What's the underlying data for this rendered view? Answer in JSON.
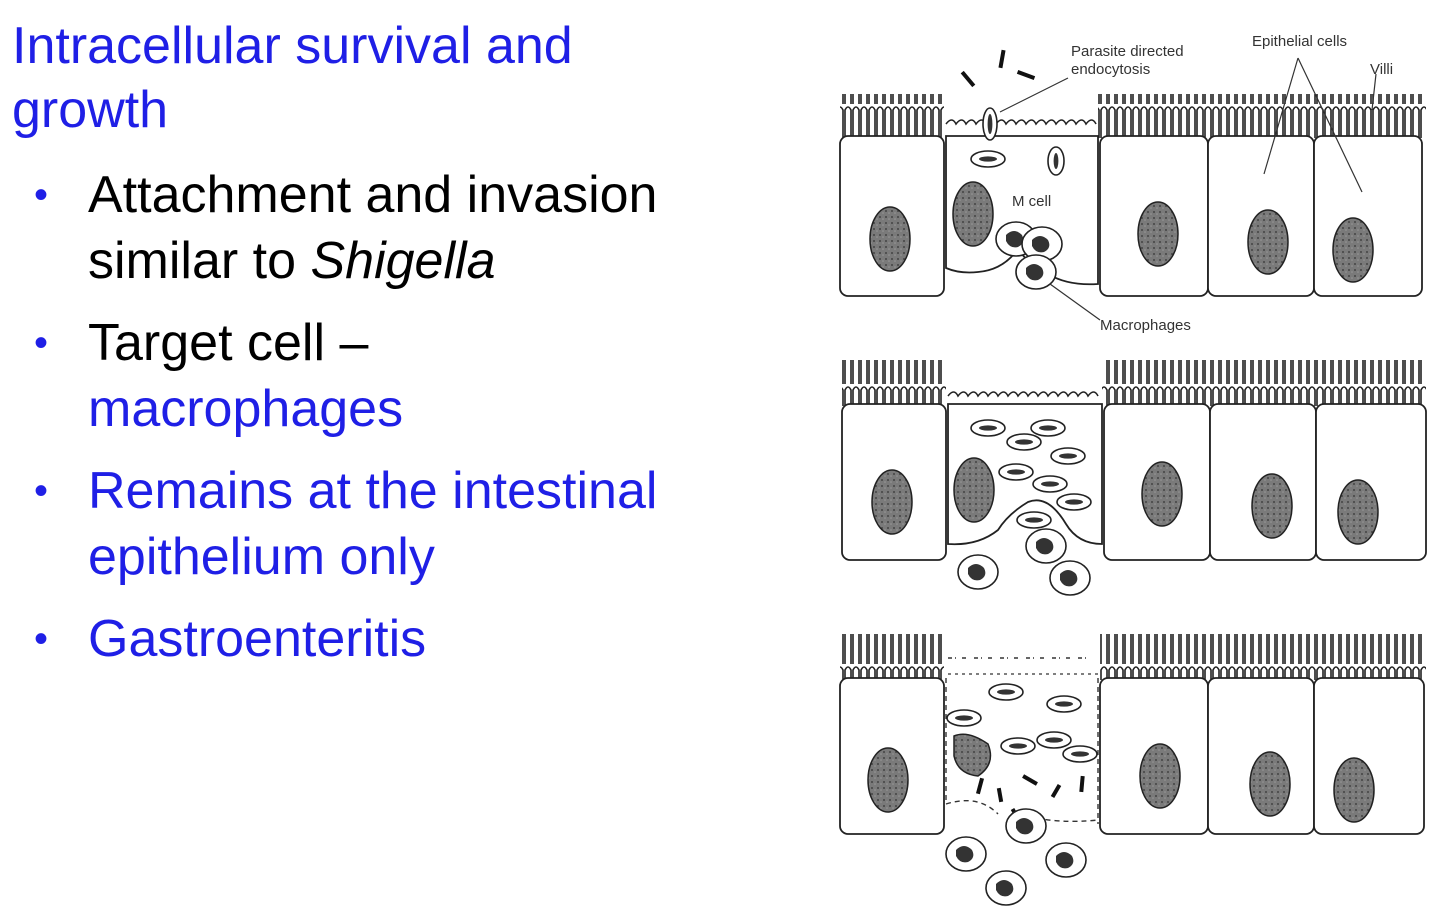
{
  "title": {
    "line1": "Intracellular survival and",
    "line2": "growth"
  },
  "bullets": [
    {
      "text": "Attachment and invasion",
      "text2a": "similar to ",
      "text2b": "Shigella"
    },
    {
      "text": "Target cell –",
      "text2": "macrophages"
    },
    {
      "text": "Remains at the intestinal",
      "text2": "epithelium only"
    },
    {
      "text": "Gastroenteritis"
    }
  ],
  "bullet_glyph": "•",
  "figure": {
    "labels": {
      "parasite_line1": "Parasite directed",
      "parasite_line2": "endocytosis",
      "epithelial": "Epithelial cells",
      "villi": "Villi",
      "mcell": "M cell",
      "macrophages": "Macrophages"
    }
  },
  "colors": {
    "accent": "#1f1fe6",
    "text": "#000000"
  }
}
